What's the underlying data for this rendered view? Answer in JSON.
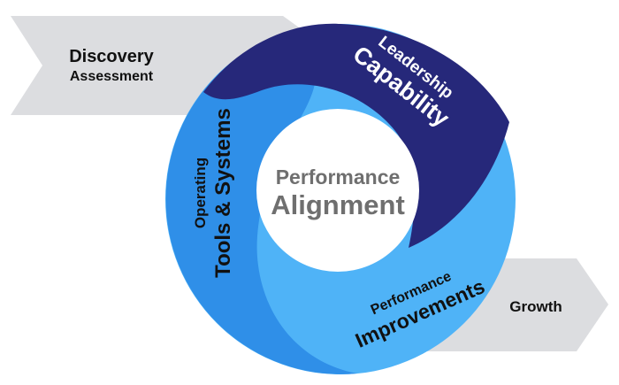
{
  "inputs": {
    "discovery": {
      "line1": "Discovery",
      "line2": "Assessment"
    }
  },
  "outputs": {
    "growth": "Growth"
  },
  "cycle": {
    "leadership": {
      "line1": "Leadership",
      "line2": "Capability"
    },
    "operating": {
      "line1": "Operating",
      "line2": "Tools & Systems"
    },
    "performance_improvements": {
      "line1": "Performance",
      "line2": "Improvements"
    }
  },
  "center": {
    "line1": "Performance",
    "line2": "Alignment"
  },
  "colors": {
    "arrow_gray": "#dcdde0",
    "navy": "#26287a",
    "mid_blue": "#2f8fe8",
    "light_blue": "#4fb3f7",
    "center_text": "#6f6f6f"
  }
}
